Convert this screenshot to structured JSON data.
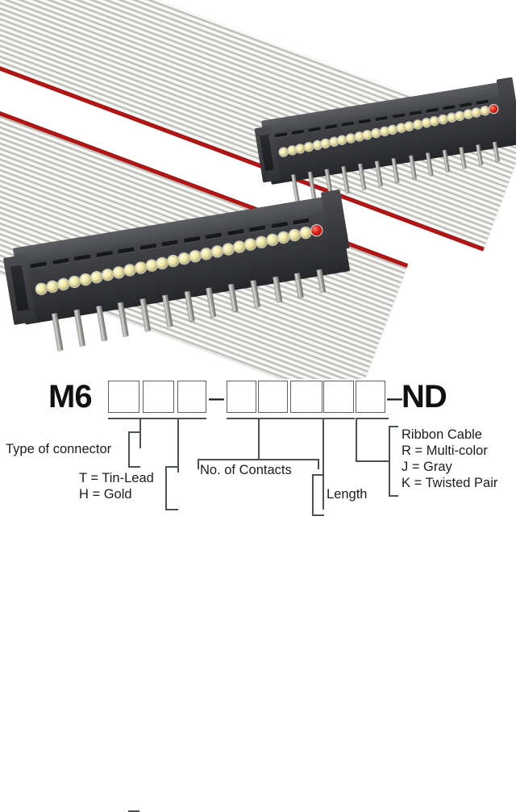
{
  "product_photo": {
    "description": "Two black IDC ribbon-cable connectors terminated on flat gray ribbon cable with red stripe conductor",
    "connector_body_color": "#3a3b3f",
    "contact_color": "#f2e9a8",
    "pin1_marker_color": "#e02718",
    "ribbon_color": "#e2e2df",
    "ribbon_stripe_color": "#c21616",
    "background_color": "#ffffff",
    "upper_connector": {
      "contacts": 26,
      "pins": 13,
      "slots": 13
    },
    "lower_connector": {
      "contacts": 26,
      "pins": 13,
      "slots": 13
    }
  },
  "part_number": {
    "prefix": "M6",
    "blanks_group_1": [
      "",
      "",
      ""
    ],
    "separator_1": "–",
    "blanks_group_2": [
      "",
      "",
      "",
      "",
      ""
    ],
    "separator_2": "–",
    "suffix": "ND"
  },
  "callouts": {
    "type_of_connector": "Type of connector",
    "plating": [
      "T = Tin-Lead",
      "H = Gold"
    ],
    "no_of_contacts": "No. of Contacts",
    "length": "Length",
    "cable": [
      "Ribbon Cable",
      "R = Multi-color",
      "J = Gray",
      "K = Twisted Pair"
    ]
  },
  "line_color": "#4b5155",
  "text_color": "#1c1c1c"
}
